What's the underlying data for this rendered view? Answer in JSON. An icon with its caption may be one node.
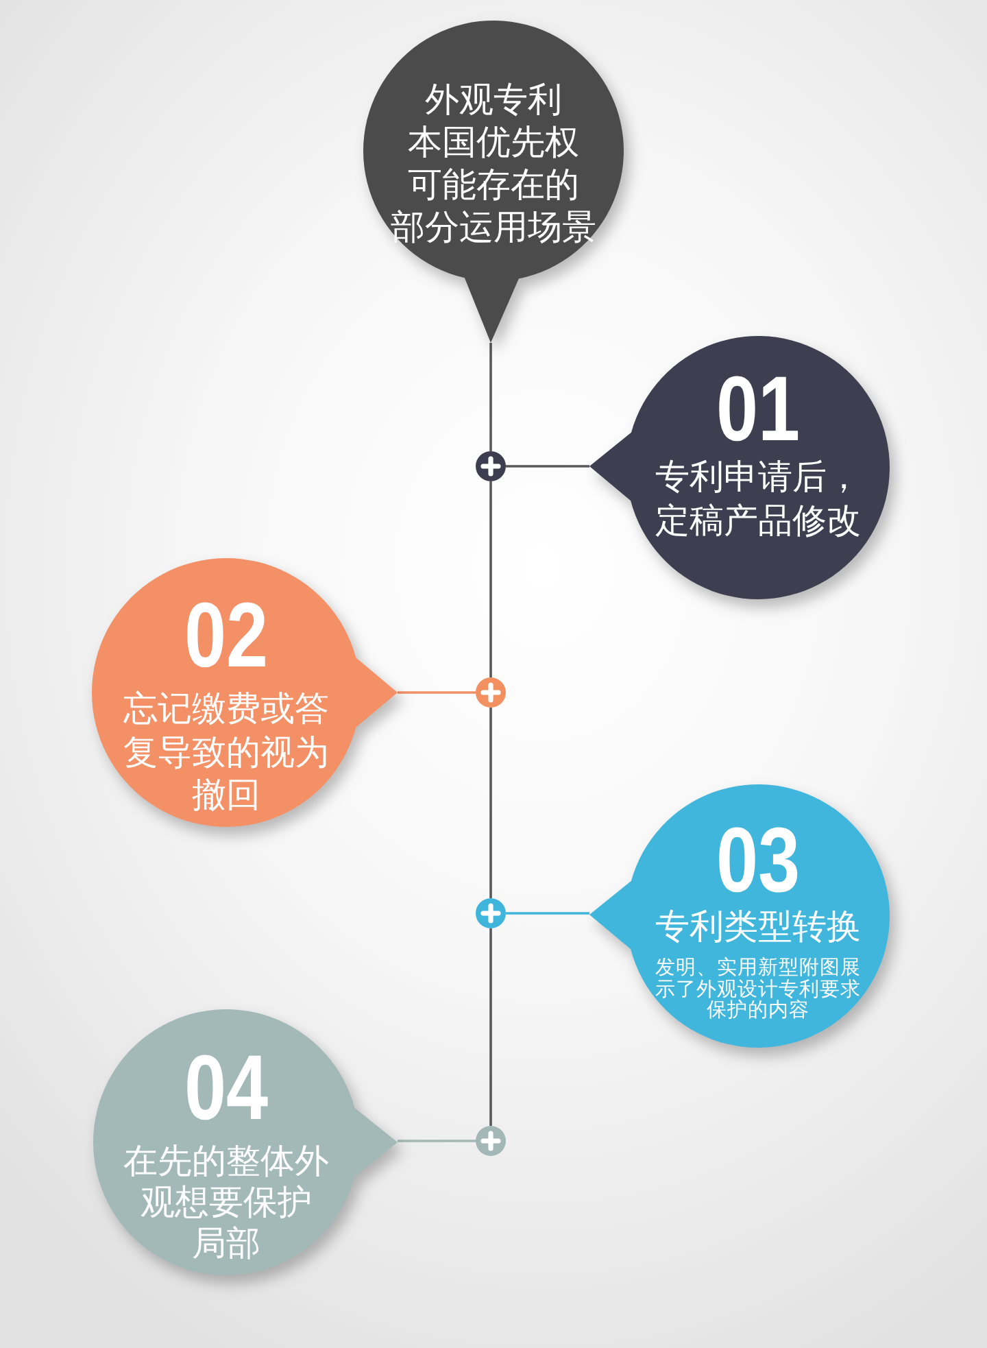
{
  "diagram": {
    "nodes": [
      {
        "text": [
          "外观专利本国优先权可能存在的部分运用场景"
        ]
      },
      {
        "text": [],
        "shape": "circle"
      },
      {
        "text": [
          "01",
          "专利申请后，定稿产品修改"
        ]
      },
      {
        "text": [],
        "shape": "circle"
      },
      {
        "text": [
          "02",
          "忘记缴费或答复导致的视为撤回"
        ]
      },
      {
        "text": [],
        "shape": "circle"
      },
      {
        "text": [
          "03",
          "专利类型转换",
          "发明、实用新型附图展示了外观设计专利要求保护的内容"
        ]
      },
      {
        "text": [],
        "shape": "circle"
      },
      {
        "text": [
          "04",
          "在先的整体外观想要保护局部"
        ]
      }
    ],
    "edges": [
      {
        "from": 0,
        "to": 1,
        "arrow": "none"
      },
      {
        "from": 1,
        "to": 3,
        "arrow": "none"
      },
      {
        "from": 3,
        "to": 5,
        "arrow": "none"
      },
      {
        "from": 5,
        "to": 7,
        "arrow": "none"
      },
      {
        "from": 1,
        "to": 2,
        "arrow": "none"
      },
      {
        "from": 3,
        "to": 4,
        "arrow": "none",
        "color": "#f39066"
      },
      {
        "from": 5,
        "to": 6,
        "arrow": "none",
        "color": "#41b6dc"
      },
      {
        "from": 7,
        "to": 8,
        "arrow": "none",
        "color": "#a3b9b8"
      }
    ]
  }
}
